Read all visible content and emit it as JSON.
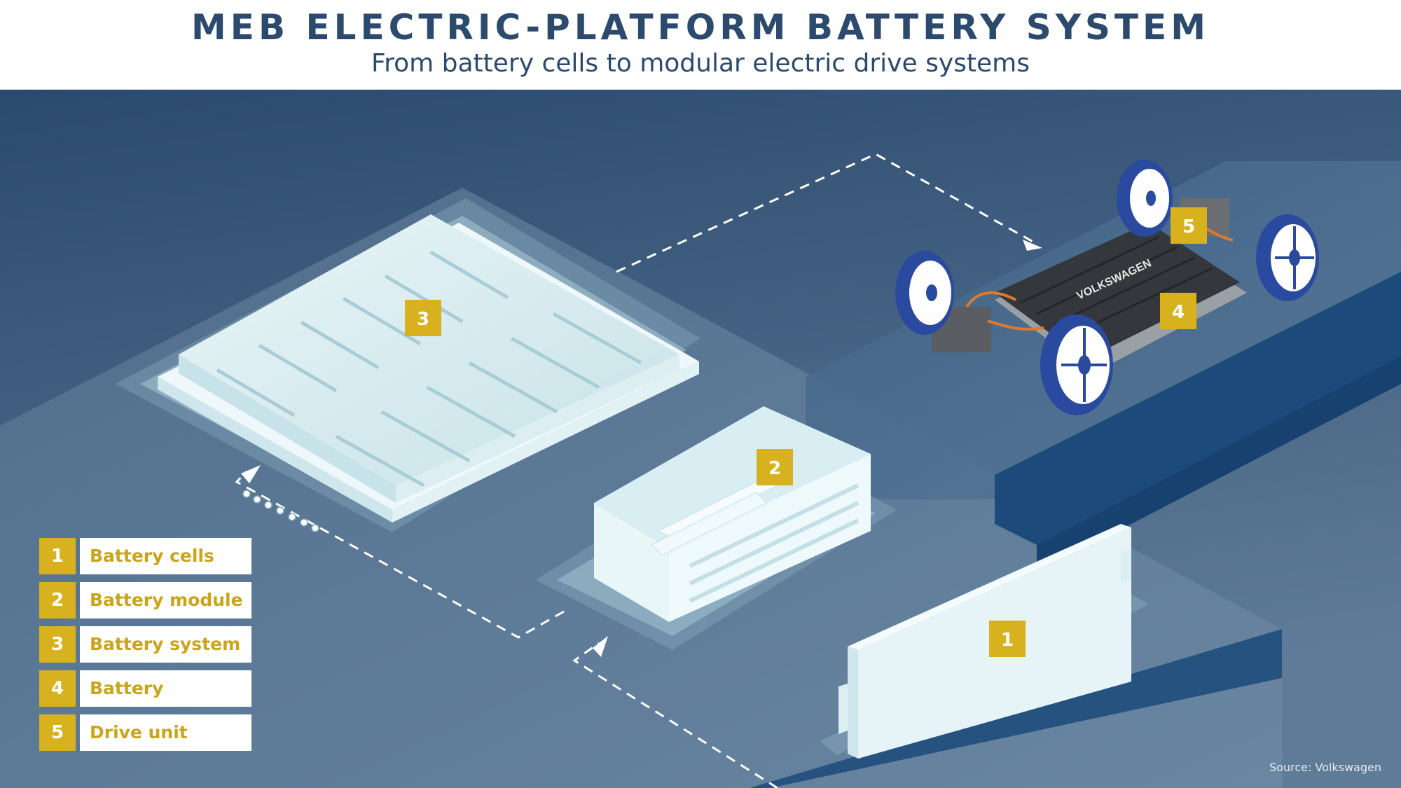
{
  "header": {
    "title": "MEB ELECTRIC-PLATFORM BATTERY SYSTEM",
    "subtitle": "From battery cells to modular electric drive systems"
  },
  "badges": {
    "cell": "1",
    "module": "2",
    "system": "3",
    "battery": "4",
    "drive_unit": "5"
  },
  "chassis": {
    "brand_text": "VOLKSWAGEN"
  },
  "legend": {
    "items": [
      {
        "num": "1",
        "label": "Battery cells"
      },
      {
        "num": "2",
        "label": "Battery module"
      },
      {
        "num": "3",
        "label": "Battery system"
      },
      {
        "num": "4",
        "label": "Battery"
      },
      {
        "num": "5",
        "label": "Drive unit"
      }
    ]
  },
  "source": "Source: Volkswagen",
  "colors": {
    "background_top": "#2a4a6e",
    "background_bottom": "#5d7a98",
    "platform_dark": "#1b4a7a",
    "badge_yellow": "#d8b21e",
    "component_light": "#dceef2",
    "title_blue": "#2c4a6e"
  }
}
